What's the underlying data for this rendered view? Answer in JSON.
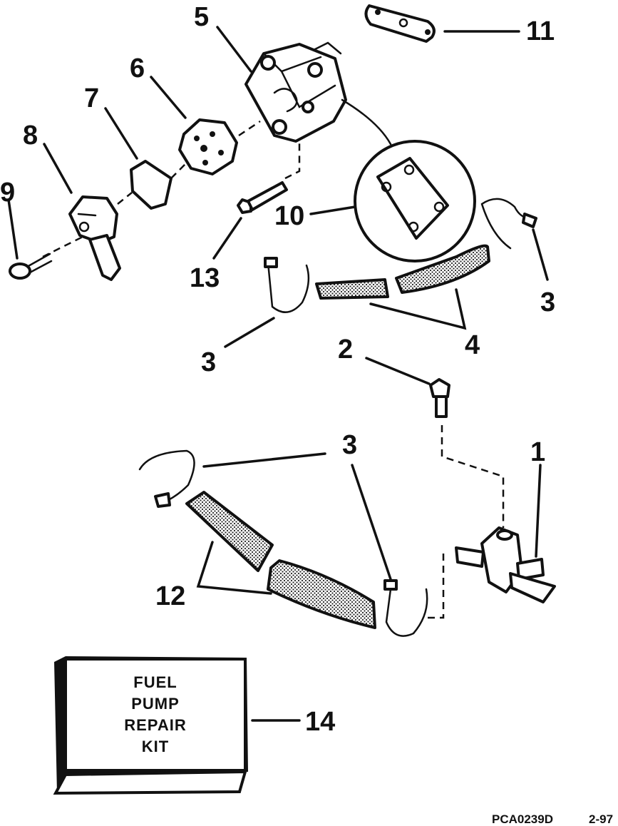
{
  "callouts": {
    "c1": "1",
    "c2": "2",
    "c3a": "3",
    "c3b": "3",
    "c3c": "3",
    "c4": "4",
    "c5": "5",
    "c6": "6",
    "c7": "7",
    "c8": "8",
    "c9": "9",
    "c10": "10",
    "c11": "11",
    "c12": "12",
    "c13": "13",
    "c14": "14"
  },
  "kit_box": {
    "line1": "FUEL",
    "line2": "PUMP",
    "line3": "REPAIR",
    "line4": "KIT"
  },
  "figure_ref": {
    "code": "PCA0239D",
    "date": "2-97"
  }
}
